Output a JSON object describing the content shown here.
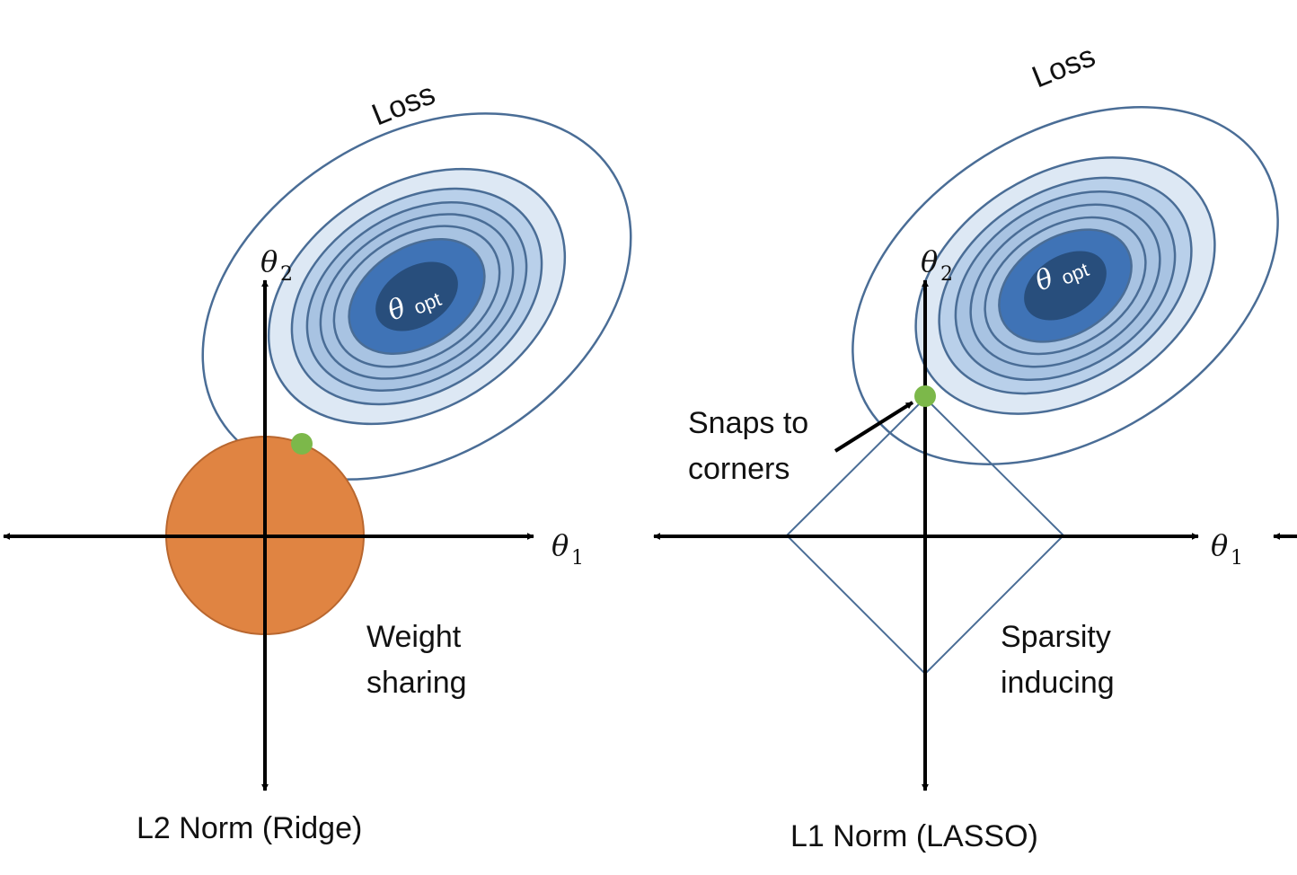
{
  "colors": {
    "contour_stroke": "#4a6d96",
    "fill_outer": "#dde8f4",
    "fill_mid": "#a8c3e2",
    "fill_inner": "#3f73b6",
    "fill_core": "#284e7c",
    "l2_ball": "#e08442",
    "l2_ball_stroke": "#b9672f",
    "solution_dot": "#7cb84a",
    "axis": "#000000"
  },
  "left_panel": {
    "loss_label": "Loss",
    "theta_opt_symbol": "θ",
    "theta_opt_sub": "opt",
    "axis_y_symbol": "θ",
    "axis_y_sub": "2",
    "axis_x_symbol": "θ",
    "axis_x_sub": "1",
    "note_line1": "Weight",
    "note_line2": "sharing",
    "caption": "L2 Norm (Ridge)"
  },
  "right_panel": {
    "loss_label": "Loss",
    "theta_opt_symbol": "θ",
    "theta_opt_sub": "opt",
    "axis_y_symbol": "θ",
    "axis_y_sub": "2",
    "axis_x_symbol": "θ",
    "axis_x_sub": "1",
    "annotation_line1": "Snaps to",
    "annotation_line2": "corners",
    "note_line1": "Sparsity",
    "note_line2": "inducing",
    "caption": "L1 Norm (LASSO)"
  }
}
